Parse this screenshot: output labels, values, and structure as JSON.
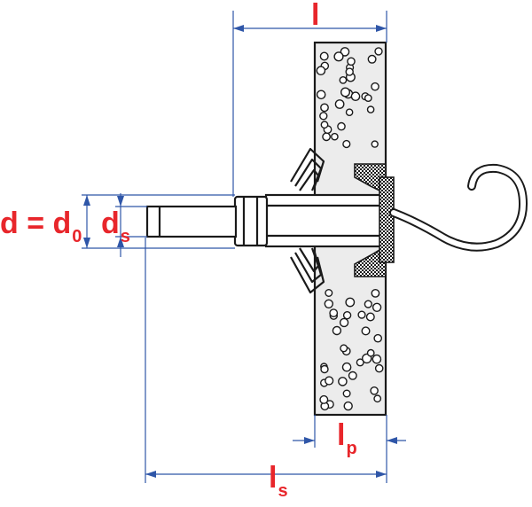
{
  "labels": {
    "l_main": "l",
    "l_p_base": "l",
    "l_p_sub": "p",
    "l_s_base": "l",
    "l_s_sub": "s",
    "d_eq_prefix": "d = d",
    "d_eq_sub": "0",
    "d_s_base": "d",
    "d_s_sub": "s"
  },
  "colors": {
    "label": "#e8262b",
    "dimension": "#2f56a8",
    "ink": "#1a1a1a",
    "wall_fill": "#ececec"
  }
}
